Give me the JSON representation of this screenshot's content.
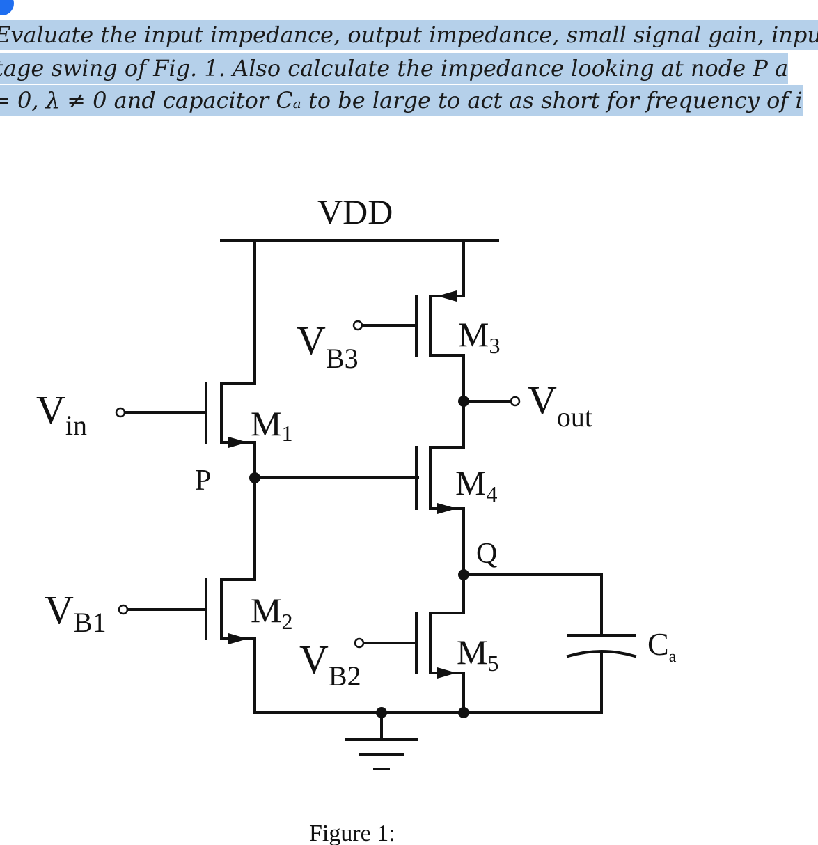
{
  "problem": {
    "line1": "Evaluate the input impedance, output impedance, small signal gain, input",
    "line2": "tage swing of Fig. 1. Also calculate the impedance looking at node P a",
    "line3": "= 0, λ ≠ 0 and capacitor Cₐ to be large to act as short for frequency of i"
  },
  "circuit": {
    "supply": "VDD",
    "vin": "V",
    "vin_sub": "in",
    "vout": "V",
    "vout_sub": "out",
    "vb1": "V",
    "vb1_sub": "B1",
    "vb2": "V",
    "vb2_sub": "B2",
    "vb3": "V",
    "vb3_sub": "B3",
    "m1": "M",
    "m1_sub": "1",
    "m2": "M",
    "m2_sub": "2",
    "m3": "M",
    "m3_sub": "3",
    "m4": "M",
    "m4_sub": "4",
    "m5": "M",
    "m5_sub": "5",
    "node_p": "P",
    "node_q": "Q",
    "cap": "C",
    "cap_sub": "a"
  },
  "caption": "Figure 1:",
  "colors": {
    "highlight": "#b5d0ea",
    "handle": "#1f6ef0",
    "wire": "#111111"
  }
}
